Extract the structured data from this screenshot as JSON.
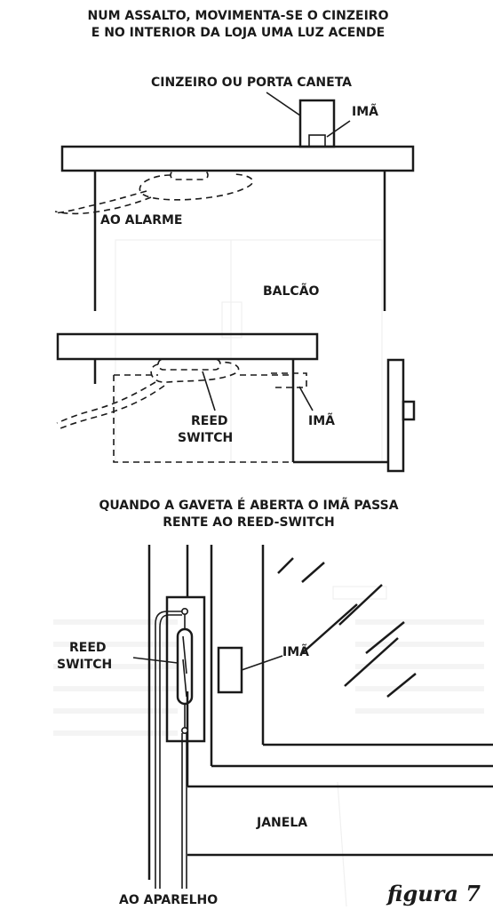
{
  "colors": {
    "ink": "#1a1a1a",
    "paper": "#ffffff",
    "bleed": "#d8d8d8"
  },
  "panel1": {
    "title_line1": "NUM ASSALTO, MOVIMENTA-SE O CINZEIRO",
    "title_line2": "E NO INTERIOR DA LOJA UMA LUZ ACENDE",
    "ashtray_label": "CINZEIRO OU PORTA CANETA",
    "magnet_label": "IMÃ",
    "alarm_label": "AO ALARME",
    "counter_label": "BALCÃO"
  },
  "panel2": {
    "reed_label_line1": "REED",
    "reed_label_line2": "SWITCH",
    "magnet_label": "IMÃ"
  },
  "panel3": {
    "title_line1": "QUANDO A GAVETA É ABERTA O IMÃ PASSA",
    "title_line2": "RENTE AO REED-SWITCH",
    "reed_label_line1": "REED",
    "reed_label_line2": "SWITCH",
    "magnet_label": "IMÃ",
    "window_label": "JANELA",
    "device_label": "AO APARELHO"
  },
  "figure_label": "figura 7"
}
